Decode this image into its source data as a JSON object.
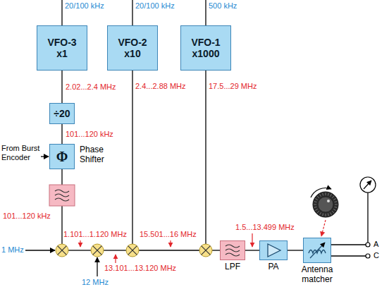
{
  "diagram": {
    "nodes": [
      {
        "text": [
          "VFO-3",
          "x1"
        ]
      },
      {
        "text": [
          "VFO-2",
          "x10"
        ]
      },
      {
        "text": [
          "VFO-1",
          "x1000"
        ]
      },
      {
        "text": [
          "÷20"
        ]
      },
      {
        "text": [
          "Φ",
          "Phase Shifter"
        ]
      },
      {
        "text": [
          "LPF"
        ]
      },
      {
        "text": [
          "PA"
        ]
      },
      {
        "text": [
          "Antenna matcher"
        ]
      }
    ],
    "edges": [
      {
        "from": 0,
        "to": 3,
        "arrow": "none",
        "label": "2.02...2.4 MHz"
      },
      {
        "from": 3,
        "to": 4,
        "arrow": "none",
        "label": "101...120 kHz"
      },
      {
        "from": 5,
        "to": 6,
        "arrow": "none"
      },
      {
        "from": 6,
        "to": 7,
        "arrow": "none"
      }
    ],
    "labels": [
      "20/100 kHz",
      "20/100 kHz",
      "500 kHz",
      "From Burst Encoder",
      "2.4...2.88 MHz",
      "17.5...29 MHz",
      "101...120 kHz",
      "1 MHz",
      "1.101...1.120 MHz",
      "12 MHz",
      "13.101...13.120 MHz",
      "15.501...16 MHz",
      "1.5...13.499 MHz",
      "A",
      "C"
    ]
  }
}
